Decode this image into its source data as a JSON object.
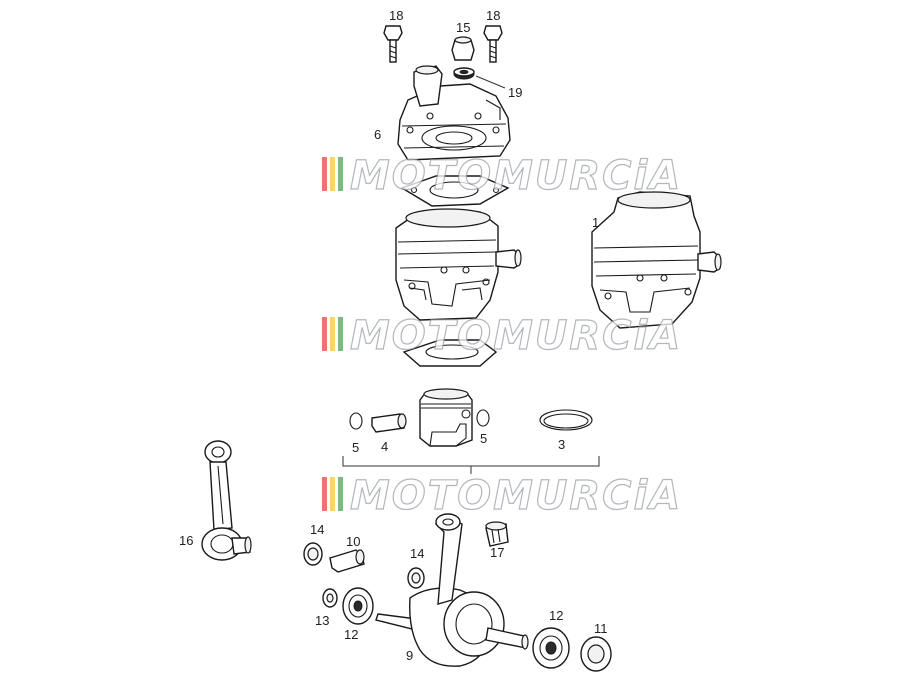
{
  "diagram": {
    "watermark_text": "MOTOMURCiA",
    "watermark_colors": [
      "#e53935",
      "#fbc02d",
      "#43a047",
      "#9aa0a6"
    ],
    "callouts": {
      "c18a": "18",
      "c15": "15",
      "c18b": "18",
      "c19": "19",
      "c6": "6",
      "c1": "1",
      "c5a": "5",
      "c4": "4",
      "c5b": "5",
      "c3": "3",
      "c16": "16",
      "c14a": "14",
      "c10": "10",
      "c14b": "14",
      "c17": "17",
      "c13": "13",
      "c12a": "12",
      "c9": "9",
      "c12b": "12",
      "c11": "11"
    }
  }
}
